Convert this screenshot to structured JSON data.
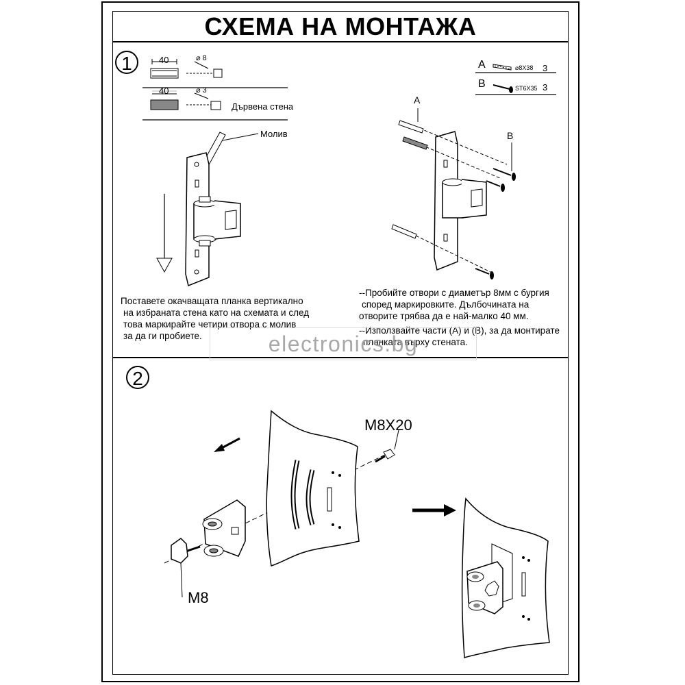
{
  "title": "СХЕМА НА МОНТАЖА",
  "step1": {
    "number": "1",
    "dim_top": "40",
    "dia_top": "⌀ 8",
    "dim_bottom": "40",
    "dia_bottom": "⌀ 3",
    "wood_label": "Дървена стена",
    "pencil_label": "Молив",
    "parts": [
      {
        "letter": "A",
        "spec": "⌀8X38",
        "qty": "3"
      },
      {
        "letter": "B",
        "spec": "ST6X35",
        "qty": "3"
      }
    ],
    "label_a": "A",
    "label_b": "B",
    "left_text": [
      "Поставете окачващата планка вертикално",
      "на избраната стена като на схемата и след",
      "това маркирайте четири отвора с молив",
      "за да ги пробиете."
    ],
    "right_text": [
      "--Пробийте отвори с диаметър 8мм с бургия",
      "според маркировките. Дълбочината на",
      "отворите трябва да е най-малко 40 мм.",
      "--Използвайте части (A) и (B), за да монтирате",
      "планката върху стената."
    ]
  },
  "step2": {
    "number": "2",
    "bolt_label": "M8X20",
    "knob_label": "M8"
  },
  "watermark": "electronics.bg"
}
